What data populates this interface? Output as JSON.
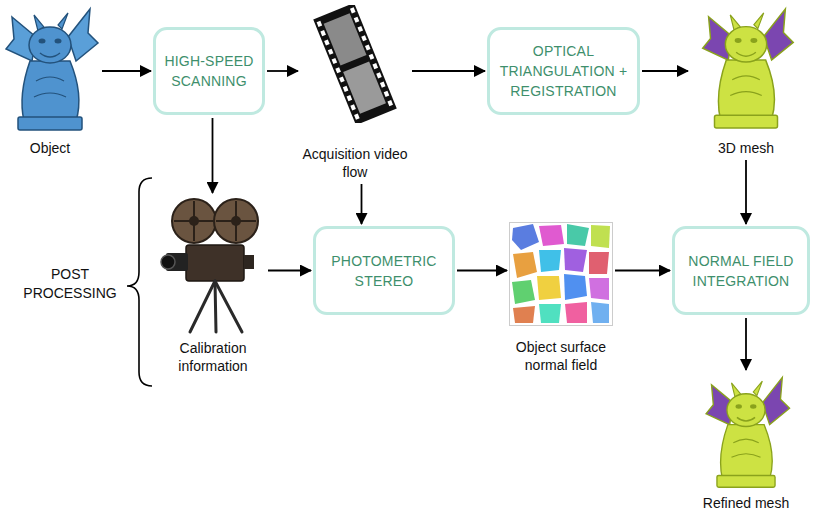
{
  "diagram": {
    "nodes": [
      {
        "text": [
          "Object"
        ]
      },
      {
        "text": [
          "HIGH-SPEED SCANNING"
        ]
      },
      {
        "text": [
          "Acquisition video flow"
        ]
      },
      {
        "text": [
          "OPTICAL TRIANGULATION + REGISTRATION"
        ]
      },
      {
        "text": [
          "3D mesh"
        ]
      },
      {
        "text": [
          "Calibration information"
        ]
      },
      {
        "text": [
          "PHOTOMETRIC STEREO"
        ]
      },
      {
        "text": [
          "Object surface normal field"
        ]
      },
      {
        "text": [
          "NORMAL FIELD INTEGRATION"
        ]
      },
      {
        "text": [
          "Refined mesh"
        ]
      }
    ],
    "edges": [
      {
        "from": 0,
        "to": 1,
        "arrow": "to"
      },
      {
        "from": 1,
        "to": 2,
        "arrow": "to"
      },
      {
        "from": 2,
        "to": 3,
        "arrow": "to"
      },
      {
        "from": 3,
        "to": 4,
        "arrow": "to"
      },
      {
        "from": 1,
        "to": 5,
        "arrow": "to"
      },
      {
        "from": 2,
        "to": 6,
        "arrow": "to"
      },
      {
        "from": 5,
        "to": 6,
        "arrow": "to"
      },
      {
        "from": 6,
        "to": 7,
        "arrow": "to"
      },
      {
        "from": 7,
        "to": 8,
        "arrow": "to"
      },
      {
        "from": 4,
        "to": 8,
        "arrow": "to"
      },
      {
        "from": 8,
        "to": 9,
        "arrow": "to"
      }
    ],
    "labels": [
      "POST PROCESSING"
    ]
  }
}
